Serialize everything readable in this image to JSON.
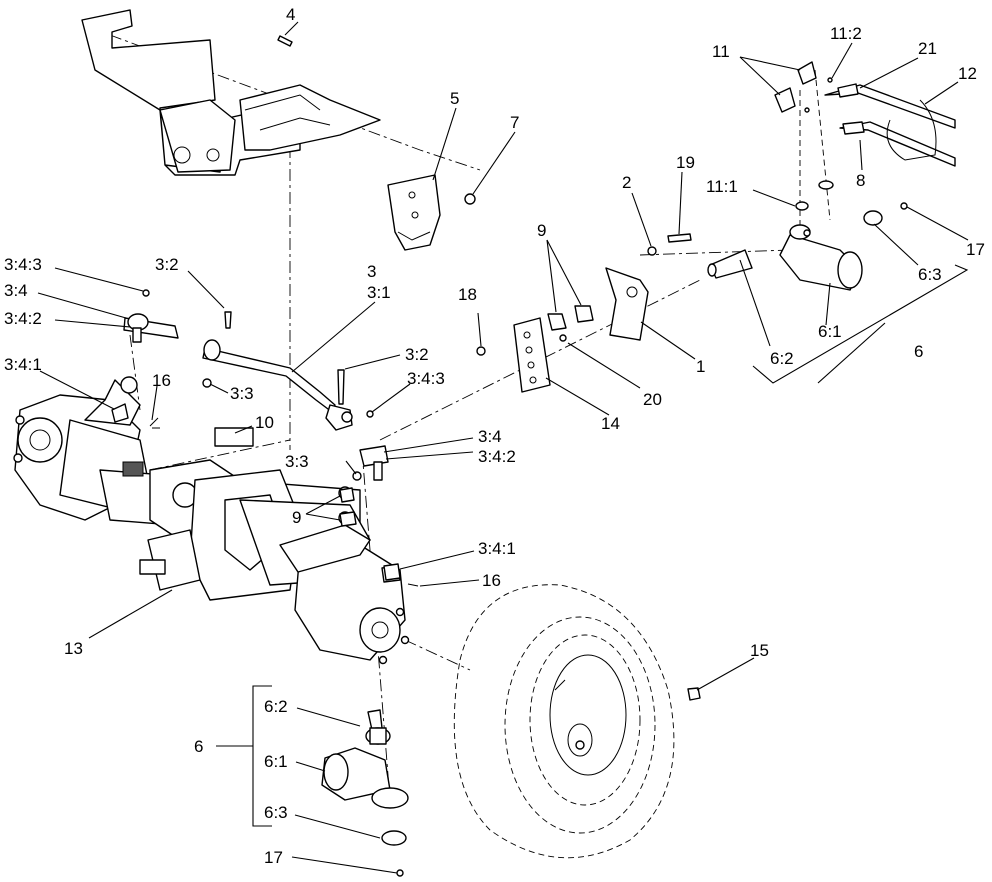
{
  "callouts": [
    {
      "id": "c-4",
      "text": "4"
    },
    {
      "id": "c-5",
      "text": "5"
    },
    {
      "id": "c-7",
      "text": "7"
    },
    {
      "id": "c-11",
      "text": "11"
    },
    {
      "id": "c-11-2",
      "text": "11:2"
    },
    {
      "id": "c-21",
      "text": "21"
    },
    {
      "id": "c-12",
      "text": "12"
    },
    {
      "id": "c-19",
      "text": "19"
    },
    {
      "id": "c-2",
      "text": "2"
    },
    {
      "id": "c-11-1",
      "text": "11:1"
    },
    {
      "id": "c-8",
      "text": "8"
    },
    {
      "id": "c-9-top",
      "text": "9"
    },
    {
      "id": "c-17-right",
      "text": "17"
    },
    {
      "id": "c-6-3-right",
      "text": "6:3"
    },
    {
      "id": "c-3-4-3-left",
      "text": "3:4:3"
    },
    {
      "id": "c-3-2-left",
      "text": "3:2"
    },
    {
      "id": "c-3",
      "text": "3"
    },
    {
      "id": "c-3-1",
      "text": "3:1"
    },
    {
      "id": "c-3-4-left",
      "text": "3:4"
    },
    {
      "id": "c-3-4-2-left",
      "text": "3:4:2"
    },
    {
      "id": "c-18",
      "text": "18"
    },
    {
      "id": "c-6-1-right",
      "text": "6:1"
    },
    {
      "id": "c-6-right",
      "text": "6"
    },
    {
      "id": "c-6-2-right",
      "text": "6:2"
    },
    {
      "id": "c-1",
      "text": "1"
    },
    {
      "id": "c-3-2-mid",
      "text": "3:2"
    },
    {
      "id": "c-3-4-1-left",
      "text": "3:4:1"
    },
    {
      "id": "c-16-left",
      "text": "16"
    },
    {
      "id": "c-3-3-left",
      "text": "3:3"
    },
    {
      "id": "c-3-4-3-mid",
      "text": "3:4:3"
    },
    {
      "id": "c-20",
      "text": "20"
    },
    {
      "id": "c-14",
      "text": "14"
    },
    {
      "id": "c-10",
      "text": "10"
    },
    {
      "id": "c-3-4-mid",
      "text": "3:4"
    },
    {
      "id": "c-3-4-2-mid",
      "text": "3:4:2"
    },
    {
      "id": "c-3-3-mid",
      "text": "3:3"
    },
    {
      "id": "c-9-mid",
      "text": "9"
    },
    {
      "id": "c-3-4-1-mid",
      "text": "3:4:1"
    },
    {
      "id": "c-16-mid",
      "text": "16"
    },
    {
      "id": "c-13",
      "text": "13"
    },
    {
      "id": "c-15",
      "text": "15"
    },
    {
      "id": "c-6-2-low",
      "text": "6:2"
    },
    {
      "id": "c-6-low",
      "text": "6"
    },
    {
      "id": "c-6-1-low",
      "text": "6:1"
    },
    {
      "id": "c-6-3-low",
      "text": "6:3"
    },
    {
      "id": "c-17-low",
      "text": "17"
    }
  ]
}
